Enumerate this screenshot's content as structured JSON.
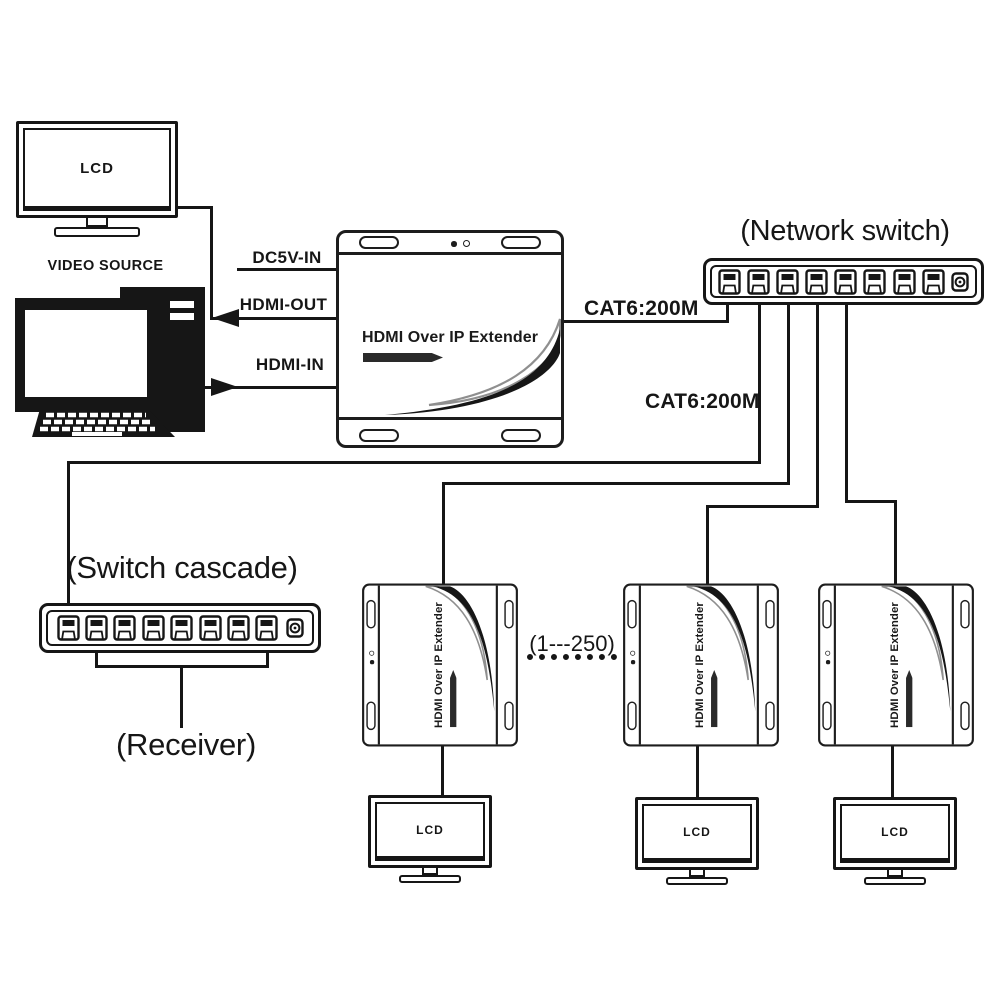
{
  "colors": {
    "ink": "#161616",
    "paper": "#ffffff"
  },
  "device_title": "HDMI Over IP Extender",
  "source": {
    "monitor_label": "LCD",
    "caption": "VIDEO SOURCE"
  },
  "transmitter_labels": {
    "power_in": "DC5V-IN",
    "hdmi_out": "HDMI-OUT",
    "hdmi_in": "HDMI-IN"
  },
  "network_switch": {
    "caption": "(Network switch)",
    "port_count": 8
  },
  "cascade_switch": {
    "caption": "(Switch cascade)",
    "receiver_note": "(Receiver)",
    "port_count": 8
  },
  "cables": {
    "tx_to_switch": "CAT6:200M",
    "switch_to_rx": "CAT6:200M"
  },
  "receiver_group": {
    "count_range": "(1---250)",
    "monitor_labels": [
      "LCD",
      "LCD",
      "LCD"
    ]
  }
}
